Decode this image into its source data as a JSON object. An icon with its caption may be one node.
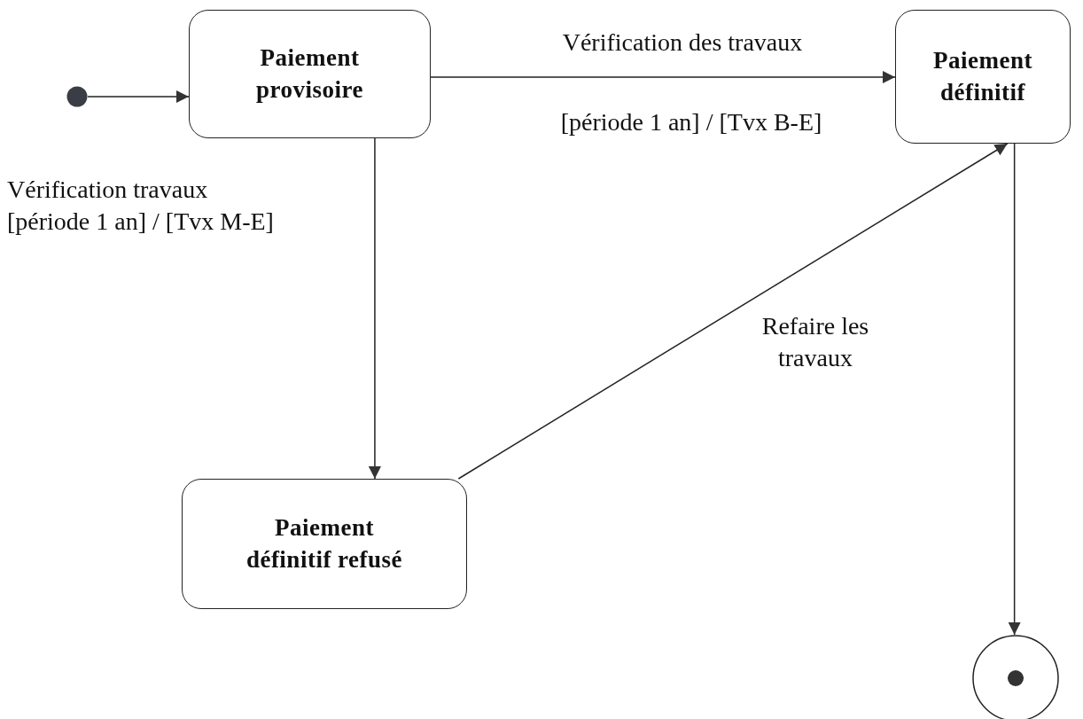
{
  "diagram": {
    "nodes": [
      {
        "text": [],
        "shape": "circle"
      },
      {
        "text": [
          "Paiement provisoire"
        ]
      },
      {
        "text": [
          "Paiement définitif"
        ]
      },
      {
        "text": [
          "Paiement définitif refusé"
        ]
      },
      {
        "text": [],
        "shape": "circle"
      }
    ],
    "edges": [
      {
        "from": 0,
        "to": 1,
        "arrow": "to"
      },
      {
        "from": 1,
        "to": 2,
        "arrow": "to",
        "label": "Vérification des travaux"
      },
      {
        "from": 1,
        "to": 3,
        "arrow": "to",
        "label": "Vérification travaux [période 1 an] / [Tvx M-E]"
      },
      {
        "from": 3,
        "to": 2,
        "arrow": "to",
        "label": "Refaire les travaux"
      },
      {
        "from": 2,
        "to": 4,
        "arrow": "to"
      }
    ],
    "labels": [
      "[période 1 an] / [Tvx B-E]"
    ]
  }
}
